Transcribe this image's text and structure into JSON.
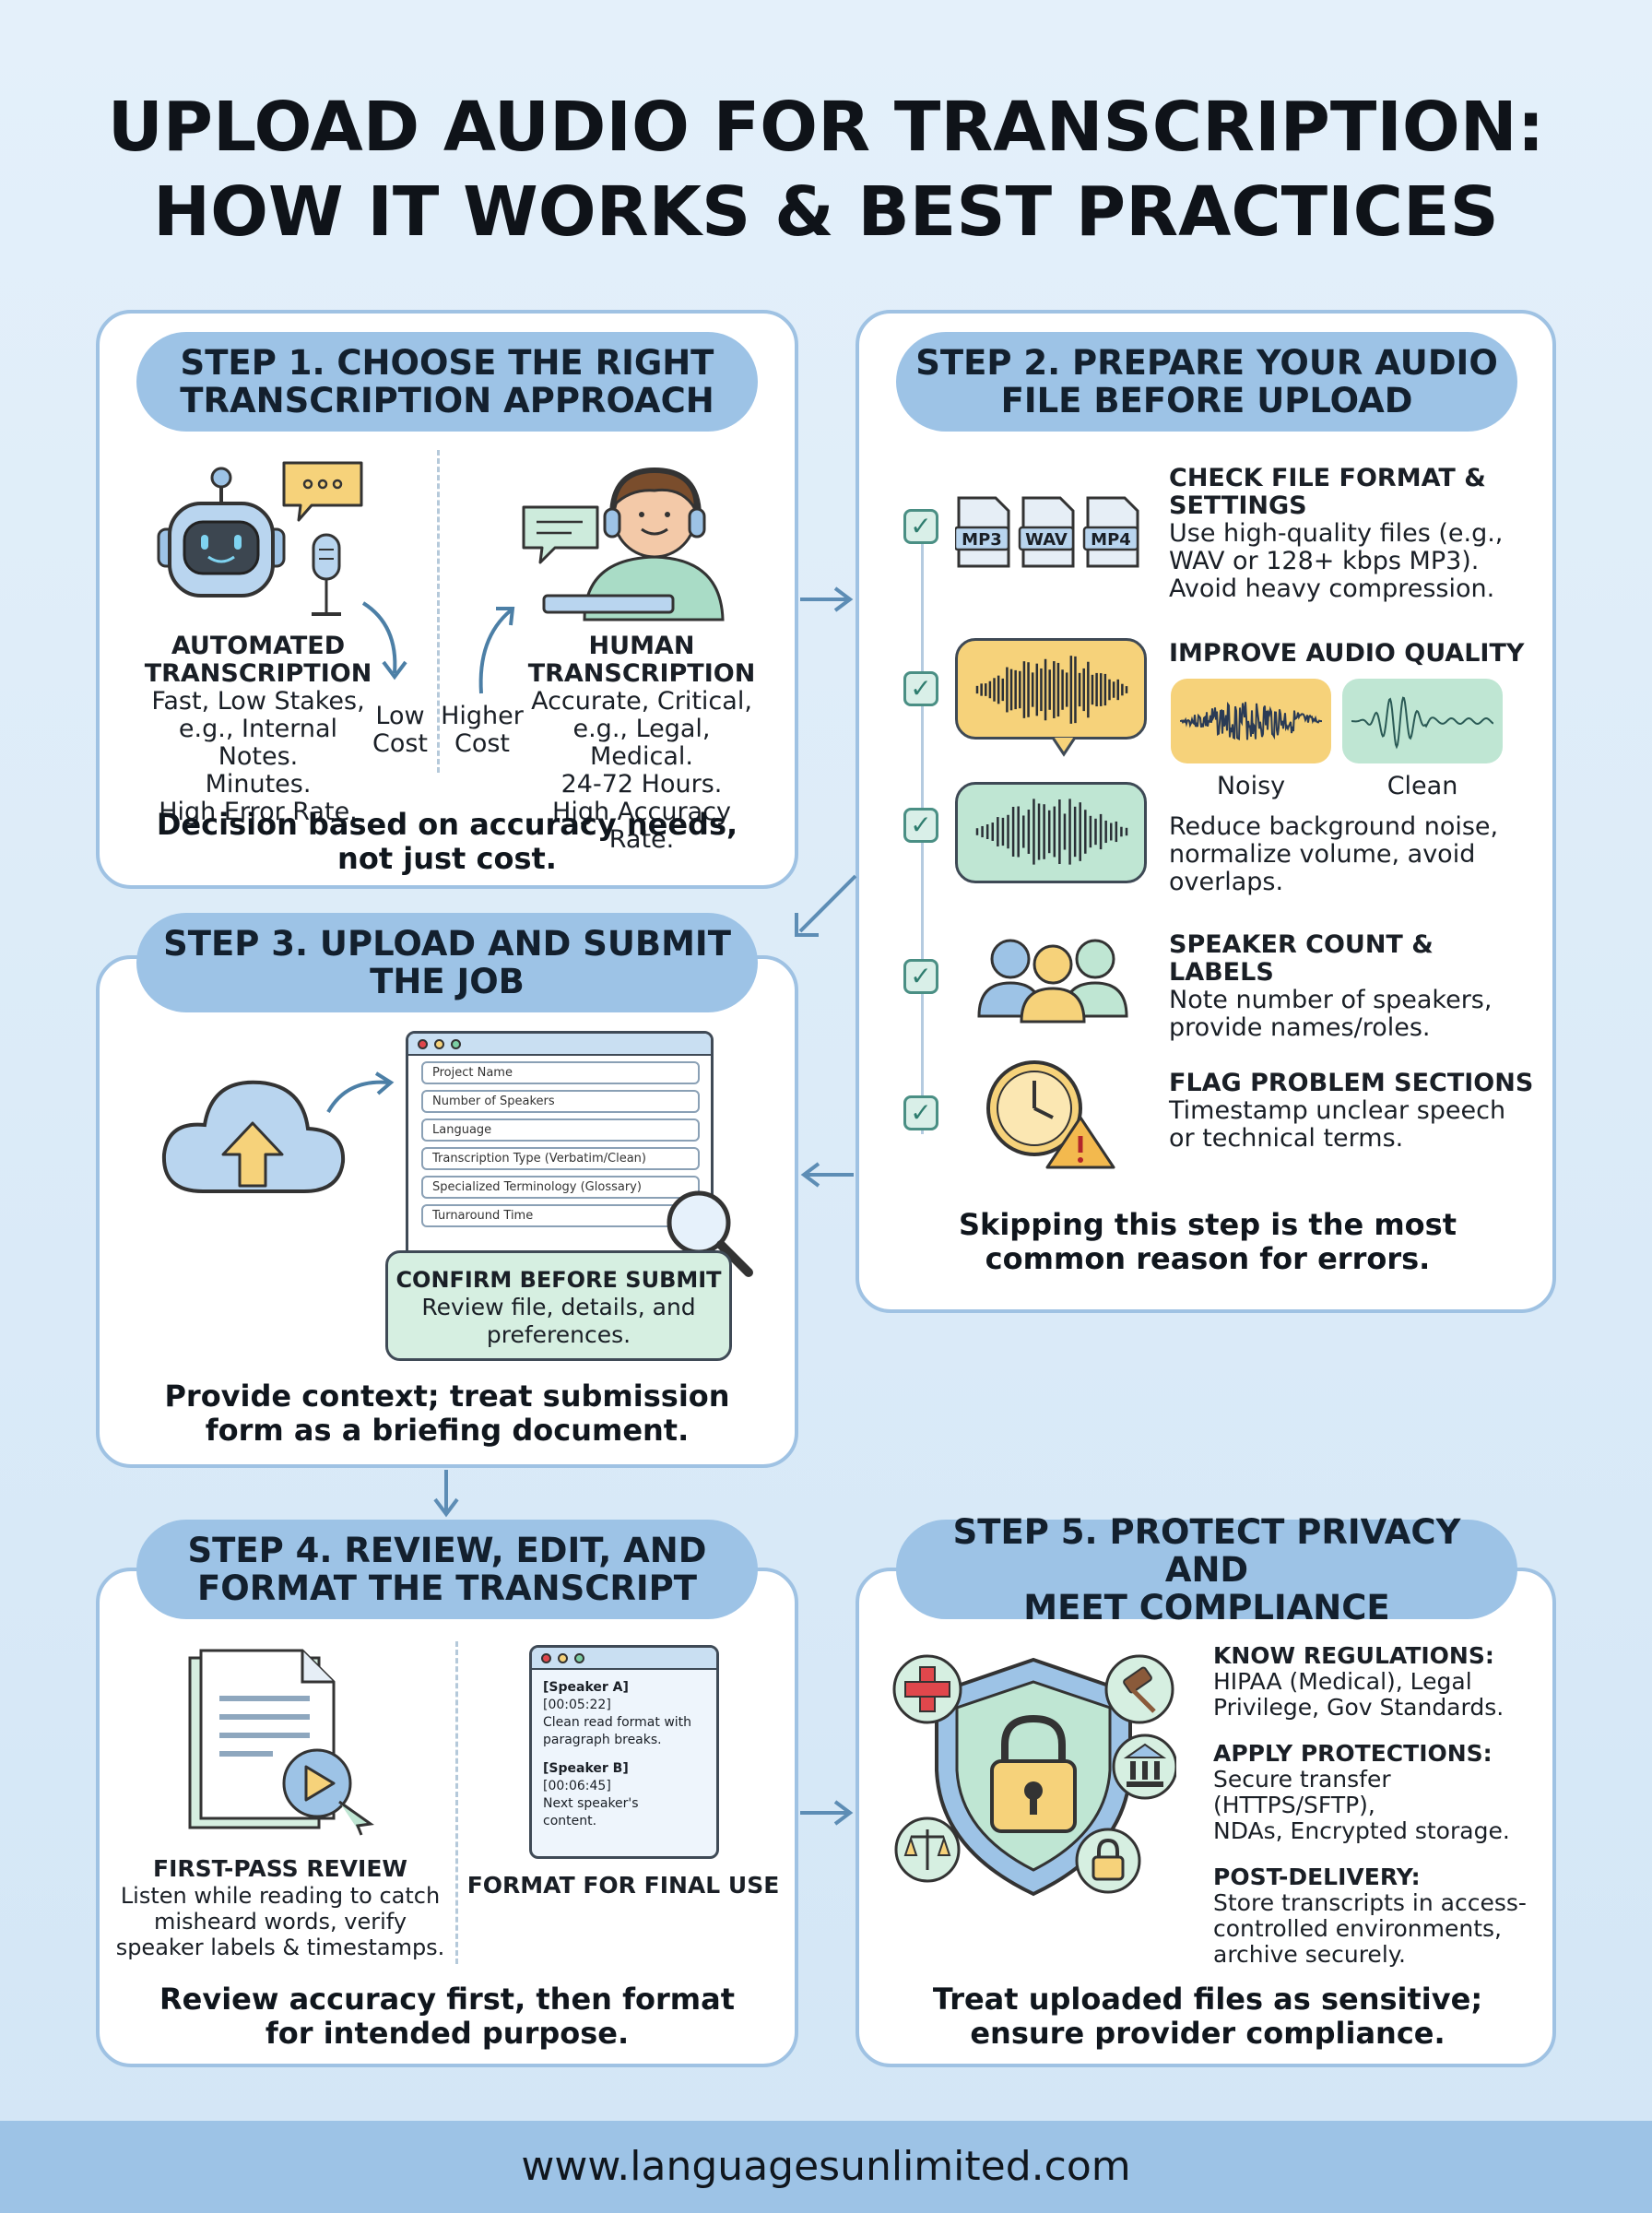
{
  "title": {
    "line1": "UPLOAD AUDIO FOR TRANSCRIPTION:",
    "line2": "HOW IT WORKS & BEST PRACTICES"
  },
  "step1": {
    "header_line1": "STEP 1. CHOOSE THE RIGHT",
    "header_line2": "TRANSCRIPTION APPROACH",
    "auto": {
      "title_line1": "AUTOMATED",
      "title_line2": "TRANSCRIPTION",
      "line1": "Fast, Low Stakes,",
      "line2": "e.g., Internal Notes.",
      "line3": "Minutes.",
      "line4": "High Error Rate."
    },
    "low_cost_line1": "Low",
    "low_cost_line2": "Cost",
    "higher_cost_line1": "Higher",
    "higher_cost_line2": "Cost",
    "human": {
      "title_line1": "HUMAN",
      "title_line2": "TRANSCRIPTION",
      "line1": "Accurate, Critical,",
      "line2": "e.g., Legal, Medical.",
      "line3": "24-72 Hours.",
      "line4": "High Accuracy Rate."
    },
    "note_line1": "Decision based on accuracy needs,",
    "note_line2": "not just cost."
  },
  "step2": {
    "header_line1": "STEP 2. PREPARE YOUR AUDIO",
    "header_line2": "FILE BEFORE UPLOAD",
    "file_labels": [
      "MP3",
      "WAV",
      "MP4"
    ],
    "item1": {
      "title_line1": "CHECK FILE FORMAT &",
      "title_line2": "SETTINGS",
      "line1": "Use high-quality files (e.g.,",
      "line2": "WAV or 128+ kbps MP3).",
      "line3": "Avoid heavy compression."
    },
    "item2": {
      "title": "IMPROVE AUDIO QUALITY",
      "noisy": "Noisy",
      "clean": "Clean",
      "line1": "Reduce background noise,",
      "line2": "normalize volume, avoid",
      "line3": "overlaps."
    },
    "item3": {
      "title": "SPEAKER COUNT & LABELS",
      "line1": "Note number of speakers,",
      "line2": "provide names/roles."
    },
    "item4": {
      "title": "FLAG PROBLEM SECTIONS",
      "line1": "Timestamp unclear speech",
      "line2": "or technical terms."
    },
    "note_line1": "Skipping this step is the most",
    "note_line2": "common reason for errors."
  },
  "step3": {
    "header_line1": "STEP 3. UPLOAD AND SUBMIT",
    "header_line2": "THE JOB",
    "form_fields": [
      "Project Name",
      "Number of Speakers",
      "Language",
      "Transcription Type (Verbatim/Clean)",
      "Specialized Terminology (Glossary)",
      "Turnaround Time"
    ],
    "confirm_title": "CONFIRM BEFORE SUBMIT",
    "confirm_line1": "Review file, details, and",
    "confirm_line2": "preferences.",
    "note_line1": "Provide context; treat submission",
    "note_line2": "form as a briefing document."
  },
  "step4": {
    "header_line1": "STEP 4. REVIEW, EDIT, AND",
    "header_line2": "FORMAT THE TRANSCRIPT",
    "review_title": "FIRST-PASS REVIEW",
    "review_line1": "Listen while reading to catch",
    "review_line2": "misheard words, verify",
    "review_line3": "speaker labels & timestamps.",
    "transcript": {
      "speaker_a": "[Speaker A]",
      "time_a": "[00:05:22]",
      "text_a1": "Clean read format with",
      "text_a2": "paragraph breaks.",
      "speaker_b": "[Speaker B]",
      "time_b": "[00:06:45]",
      "text_b1": "Next speaker's",
      "text_b2": "content."
    },
    "format_title": "FORMAT FOR FINAL USE",
    "note_line1": "Review accuracy first, then format",
    "note_line2": "for intended purpose."
  },
  "step5": {
    "header_line1": "STEP 5. PROTECT PRIVACY AND",
    "header_line2": "MEET COMPLIANCE",
    "regs_title": "KNOW REGULATIONS:",
    "regs_line1": "HIPAA (Medical), Legal",
    "regs_line2": "Privilege, Gov Standards.",
    "prot_title": "APPLY PROTECTIONS:",
    "prot_line1": "Secure transfer (HTTPS/SFTP),",
    "prot_line2": "NDAs, Encrypted storage.",
    "post_title": "POST-DELIVERY:",
    "post_line1": "Store transcripts in access-",
    "post_line2": "controlled environments,",
    "post_line3": "archive securely.",
    "note_line1": "Treat uploaded files as sensitive;",
    "note_line2": "ensure provider compliance."
  },
  "footer": "www.languagesunlimited.com",
  "colors": {
    "background": "#dcebf8",
    "pill": "#9dc3e6",
    "card_border": "#9fc2e3",
    "yellow": "#f6d27a",
    "green": "#bfe6d3",
    "red": "#e0474c"
  }
}
